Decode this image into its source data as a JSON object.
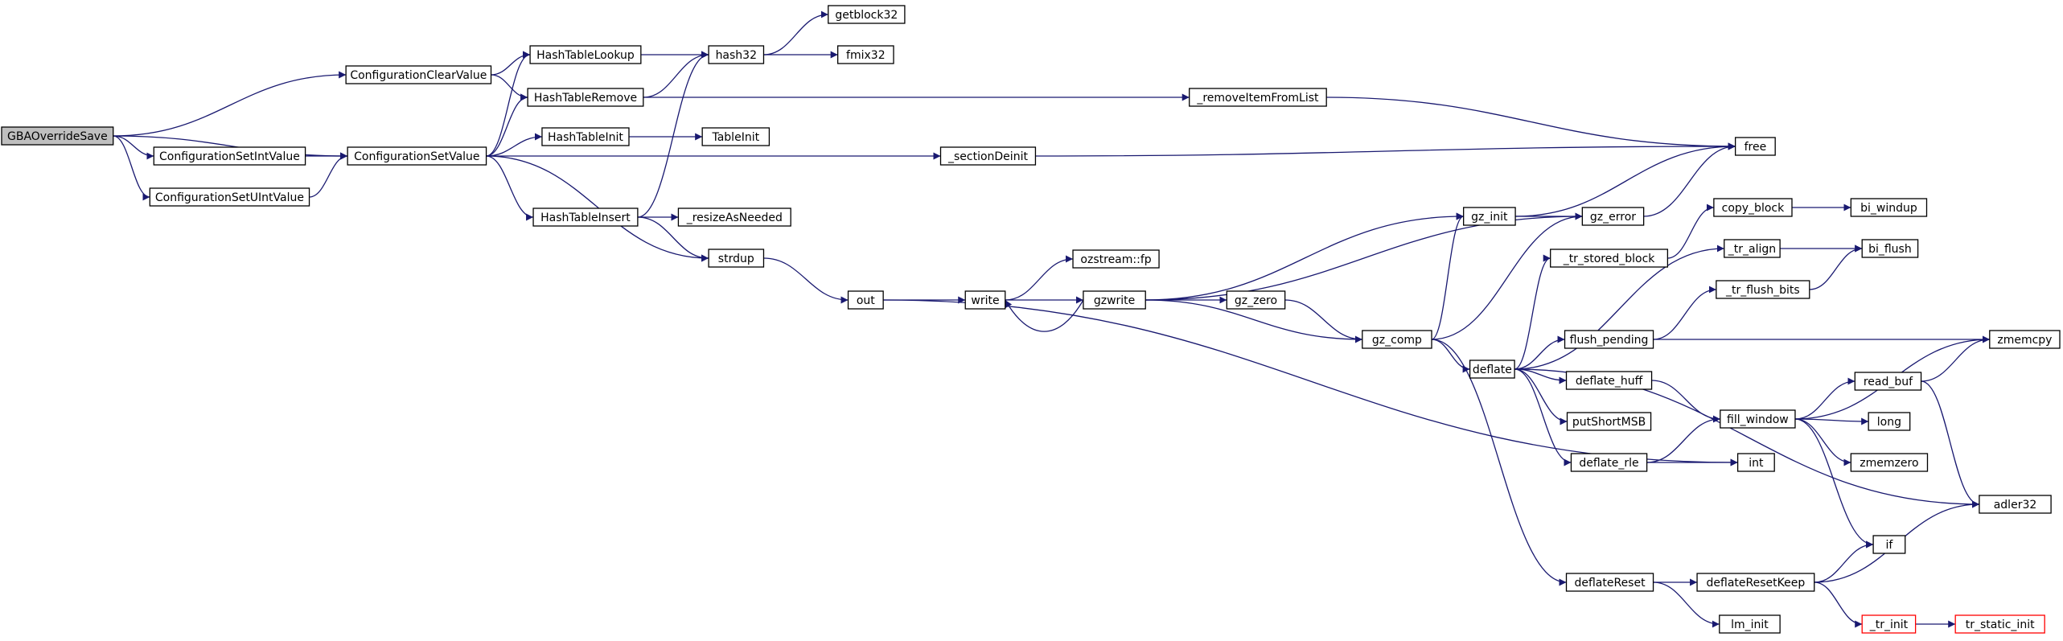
{
  "diagram": {
    "edge_color": "#191970",
    "root_fill": "#bfbfbf",
    "missing_node_border": "#ff0000",
    "nodes": [
      {
        "id": "gbaoverridesave",
        "label": "GBAOverrideSave",
        "style": "root"
      },
      {
        "id": "configurationclearvalue",
        "label": "ConfigurationClearValue"
      },
      {
        "id": "configurationsetintvalue",
        "label": "ConfigurationSetIntValue"
      },
      {
        "id": "configurationsetuintvalue",
        "label": "ConfigurationSetUIntValue"
      },
      {
        "id": "configurationsetvalue",
        "label": "ConfigurationSetValue"
      },
      {
        "id": "hashtablelookup",
        "label": "HashTableLookup"
      },
      {
        "id": "hashtableremove",
        "label": "HashTableRemove"
      },
      {
        "id": "hashtableinit",
        "label": "HashTableInit"
      },
      {
        "id": "hashtableinsert",
        "label": "HashTableInsert"
      },
      {
        "id": "hash32",
        "label": "hash32"
      },
      {
        "id": "tableinit",
        "label": "TableInit"
      },
      {
        "id": "resizeasneeded",
        "label": "_resizeAsNeeded"
      },
      {
        "id": "strdup",
        "label": "strdup"
      },
      {
        "id": "getblock32",
        "label": "getblock32"
      },
      {
        "id": "fmix32",
        "label": "fmix32"
      },
      {
        "id": "removeitemfromlist",
        "label": "_removeItemFromList"
      },
      {
        "id": "sectiondeinit",
        "label": "_sectionDeinit"
      },
      {
        "id": "free",
        "label": "free"
      },
      {
        "id": "out",
        "label": "out"
      },
      {
        "id": "write",
        "label": "write"
      },
      {
        "id": "ozstreamfp",
        "label": "ozstream::fp"
      },
      {
        "id": "gzwrite",
        "label": "gzwrite"
      },
      {
        "id": "gzzero",
        "label": "gz_zero"
      },
      {
        "id": "gzcomp",
        "label": "gz_comp"
      },
      {
        "id": "gzinit",
        "label": "gz_init"
      },
      {
        "id": "gzerror",
        "label": "gz_error"
      },
      {
        "id": "deflate",
        "label": "deflate"
      },
      {
        "id": "deflatereset",
        "label": "deflateReset"
      },
      {
        "id": "trstoredblock",
        "label": "_tr_stored_block"
      },
      {
        "id": "flushpending",
        "label": "flush_pending"
      },
      {
        "id": "deflatehuff",
        "label": "deflate_huff"
      },
      {
        "id": "putshortmsb",
        "label": "putShortMSB"
      },
      {
        "id": "deflaterle",
        "label": "deflate_rle"
      },
      {
        "id": "deflateresetkeep",
        "label": "deflateResetKeep"
      },
      {
        "id": "lminit",
        "label": "lm_init"
      },
      {
        "id": "copyblock",
        "label": "copy_block"
      },
      {
        "id": "tralign",
        "label": "_tr_align"
      },
      {
        "id": "trflushbits",
        "label": "_tr_flush_bits"
      },
      {
        "id": "fillwindow",
        "label": "fill_window"
      },
      {
        "id": "int",
        "label": "int"
      },
      {
        "id": "trinit",
        "label": "_tr_init",
        "style": "red"
      },
      {
        "id": "biwindup",
        "label": "bi_windup"
      },
      {
        "id": "biflush",
        "label": "bi_flush"
      },
      {
        "id": "readbuf",
        "label": "read_buf"
      },
      {
        "id": "long",
        "label": "long"
      },
      {
        "id": "zmemzero",
        "label": "zmemzero"
      },
      {
        "id": "if",
        "label": "if"
      },
      {
        "id": "zmemcpy",
        "label": "zmemcpy"
      },
      {
        "id": "adler32",
        "label": "adler32"
      },
      {
        "id": "trstaticinit",
        "label": "tr_static_init",
        "style": "red"
      }
    ],
    "edges": [
      [
        "gbaoverridesave",
        "configurationclearvalue"
      ],
      [
        "gbaoverridesave",
        "configurationsetvalue"
      ],
      [
        "gbaoverridesave",
        "configurationsetintvalue"
      ],
      [
        "gbaoverridesave",
        "configurationsetuintvalue"
      ],
      [
        "configurationclearvalue",
        "hashtablelookup"
      ],
      [
        "configurationclearvalue",
        "hashtableremove"
      ],
      [
        "configurationsetintvalue",
        "configurationsetvalue"
      ],
      [
        "configurationsetuintvalue",
        "configurationsetvalue"
      ],
      [
        "configurationsetvalue",
        "hashtablelookup"
      ],
      [
        "configurationsetvalue",
        "hashtableremove"
      ],
      [
        "configurationsetvalue",
        "hashtableinit"
      ],
      [
        "configurationsetvalue",
        "hashtableinsert"
      ],
      [
        "configurationsetvalue",
        "sectiondeinit"
      ],
      [
        "configurationsetvalue",
        "strdup"
      ],
      [
        "hashtablelookup",
        "hash32"
      ],
      [
        "hashtableremove",
        "hash32"
      ],
      [
        "hashtableremove",
        "removeitemfromlist"
      ],
      [
        "hashtableinit",
        "tableinit"
      ],
      [
        "hashtableinsert",
        "hash32"
      ],
      [
        "hashtableinsert",
        "resizeasneeded"
      ],
      [
        "hashtableinsert",
        "strdup"
      ],
      [
        "hash32",
        "getblock32"
      ],
      [
        "hash32",
        "fmix32"
      ],
      [
        "removeitemfromlist",
        "free"
      ],
      [
        "sectiondeinit",
        "free"
      ],
      [
        "strdup",
        "out"
      ],
      [
        "out",
        "write"
      ],
      [
        "out",
        "int"
      ],
      [
        "write",
        "ozstreamfp"
      ],
      [
        "write",
        "gzwrite"
      ],
      [
        "gzwrite",
        "write"
      ],
      [
        "gzwrite",
        "gzinit"
      ],
      [
        "gzwrite",
        "gzerror"
      ],
      [
        "gzwrite",
        "gzzero"
      ],
      [
        "gzwrite",
        "gzcomp"
      ],
      [
        "gzzero",
        "gzcomp"
      ],
      [
        "gzcomp",
        "gzinit"
      ],
      [
        "gzcomp",
        "gzerror"
      ],
      [
        "gzcomp",
        "deflate"
      ],
      [
        "gzcomp",
        "deflatereset"
      ],
      [
        "gzinit",
        "gzerror"
      ],
      [
        "gzinit",
        "free"
      ],
      [
        "gzerror",
        "free"
      ],
      [
        "deflate",
        "trstoredblock"
      ],
      [
        "deflate",
        "tralign"
      ],
      [
        "deflate",
        "flushpending"
      ],
      [
        "deflate",
        "deflatehuff"
      ],
      [
        "deflate",
        "putshortmsb"
      ],
      [
        "deflate",
        "deflaterle"
      ],
      [
        "deflate",
        "adler32"
      ],
      [
        "deflatereset",
        "deflateresetkeep"
      ],
      [
        "deflatereset",
        "lminit"
      ],
      [
        "trstoredblock",
        "copyblock"
      ],
      [
        "copyblock",
        "biwindup"
      ],
      [
        "tralign",
        "biflush"
      ],
      [
        "trflushbits",
        "biflush"
      ],
      [
        "flushpending",
        "trflushbits"
      ],
      [
        "flushpending",
        "zmemcpy"
      ],
      [
        "deflatehuff",
        "fillwindow"
      ],
      [
        "deflaterle",
        "fillwindow"
      ],
      [
        "deflaterle",
        "int"
      ],
      [
        "fillwindow",
        "readbuf"
      ],
      [
        "fillwindow",
        "long"
      ],
      [
        "fillwindow",
        "zmemzero"
      ],
      [
        "fillwindow",
        "if"
      ],
      [
        "fillwindow",
        "zmemcpy"
      ],
      [
        "readbuf",
        "zmemcpy"
      ],
      [
        "readbuf",
        "adler32"
      ],
      [
        "deflateresetkeep",
        "if"
      ],
      [
        "deflateresetkeep",
        "adler32"
      ],
      [
        "deflateresetkeep",
        "trinit"
      ],
      [
        "trinit",
        "trstaticinit"
      ]
    ]
  }
}
